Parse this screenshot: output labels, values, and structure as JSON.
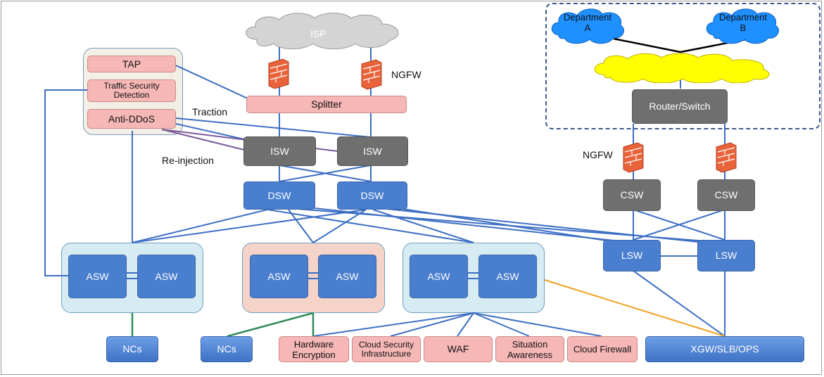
{
  "nodes": {
    "isp": "ISP",
    "tap": "TAP",
    "traffic_detection": "Traffic Security Detection",
    "anti_ddos": "Anti-DDoS",
    "splitter": "Splitter",
    "isw": "ISW",
    "dsw": "DSW",
    "asw": "ASW",
    "csw": "CSW",
    "lsw": "LSW",
    "router_switch": "Router/Switch",
    "department_a": "Department A",
    "department_b": "Department B",
    "ncs": "NCs",
    "hardware_encryption": "Hardware Encryption",
    "cloud_security_infra": "Cloud Security Infrastructure",
    "waf": "WAF",
    "situation_awareness": "Situation Awareness",
    "cloud_firewall": "Cloud Firewall",
    "xgw": "XGW/SLB/OPS"
  },
  "labels": {
    "ngfw": "NGFW",
    "traction": "Traction",
    "reinjection": "Re-injection"
  },
  "colors": {
    "switch_blue": "#4a7fcf",
    "core_gray": "#6f6f6f",
    "security_pink": "#f6b7b7",
    "cloud_gray": "#d4d4d4",
    "cloud_blue": "#1e90ff",
    "cloud_yellow": "#ffff00",
    "link_blue": "#3d6fc4",
    "link_green": "#2e8b57",
    "link_orange": "#f0a020",
    "link_purple": "#7a5a9a"
  },
  "icons": [
    "firewall-icon",
    "cloud-icon"
  ]
}
